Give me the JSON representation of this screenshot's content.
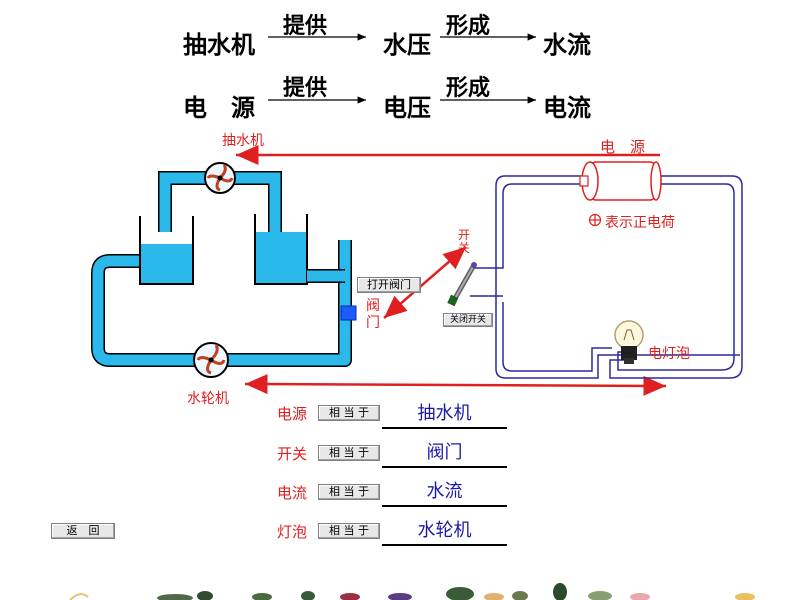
{
  "equations": {
    "row1": {
      "a": "抽水机",
      "arrow1": "提供",
      "b": "水压",
      "arrow2": "形成",
      "c": "水流"
    },
    "row2": {
      "a": "电　源",
      "arrow1": "提供",
      "b": "电压",
      "arrow2": "形成",
      "c": "电流"
    }
  },
  "diagram": {
    "pump_label": "抽水机",
    "source_label": "电　源",
    "charge_note": "表示正电荷",
    "switch_label": "开关",
    "valve_label": "阀门",
    "bulb_label": "电灯泡",
    "turbine_label": "水轮机",
    "open_valve_button": "打开阀门",
    "close_switch_button": "关闭开关"
  },
  "analogies": [
    {
      "left": "电源",
      "button": "相 当 于",
      "answer": "抽水机"
    },
    {
      "left": "开关",
      "button": "相 当 于",
      "answer": "阀门"
    },
    {
      "left": "电流",
      "button": "相 当 于",
      "answer": "水流"
    },
    {
      "left": "灯泡",
      "button": "相 当 于",
      "answer": "水轮机"
    }
  ],
  "back_button": "返　回",
  "colors": {
    "water": "#2bb8ea",
    "wire": "#2a2aa0",
    "arrow": "#e02020"
  }
}
